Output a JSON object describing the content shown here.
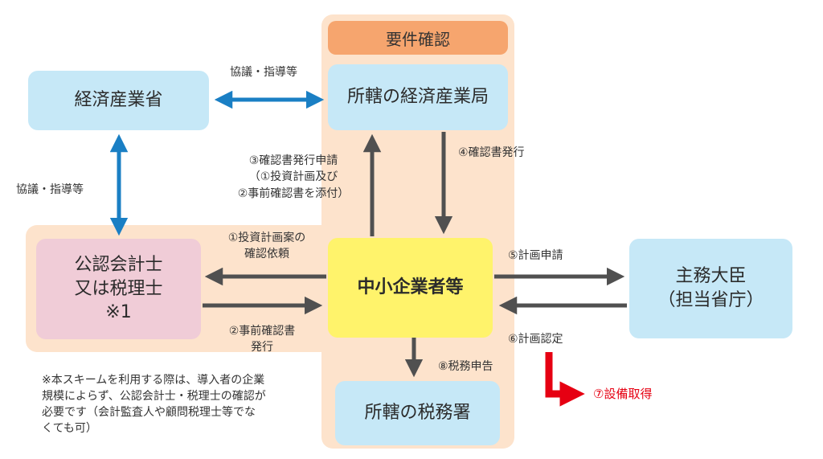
{
  "header_label": "要件確認",
  "nodes": {
    "meti": "経済産業省",
    "regional_bureau": "所轄の経済産業局",
    "accountant": "公認会計士\n又は税理士\n※1",
    "sme": "中小企業者等",
    "minister": "主務大臣\n（担当省庁）",
    "tax_office": "所轄の税務署"
  },
  "edge_labels": {
    "consult_top": "協議・指導等",
    "consult_left": "協議・指導等",
    "step1": "①投資計画案の\n確認依頼",
    "step2": "②事前確認書\n発行",
    "step3": "③確認書発行申請\n（①投資計画及び\n②事前確認書を添付）",
    "step4": "④確認書発行",
    "step5": "⑤計画申請",
    "step6": "⑥計画認定",
    "step7": "⑦設備取得",
    "step8": "⑧税務申告"
  },
  "footnote": "※本スキームを利用する際は、導入者の企業\n規模によらず、公認会計士・税理士の確認が\n必要です（会計監査人や顧問税理士等でな\nくても可）",
  "colors": {
    "blue_arrow": "#1a7fc4",
    "gray_arrow": "#505050",
    "red_arrow": "#e60012",
    "panel": "#fde3cc",
    "header": "#f6a56e",
    "blue_box": "#c6e8f7",
    "pink_box": "#f0ccd7",
    "yellow_box": "#fff36b"
  }
}
